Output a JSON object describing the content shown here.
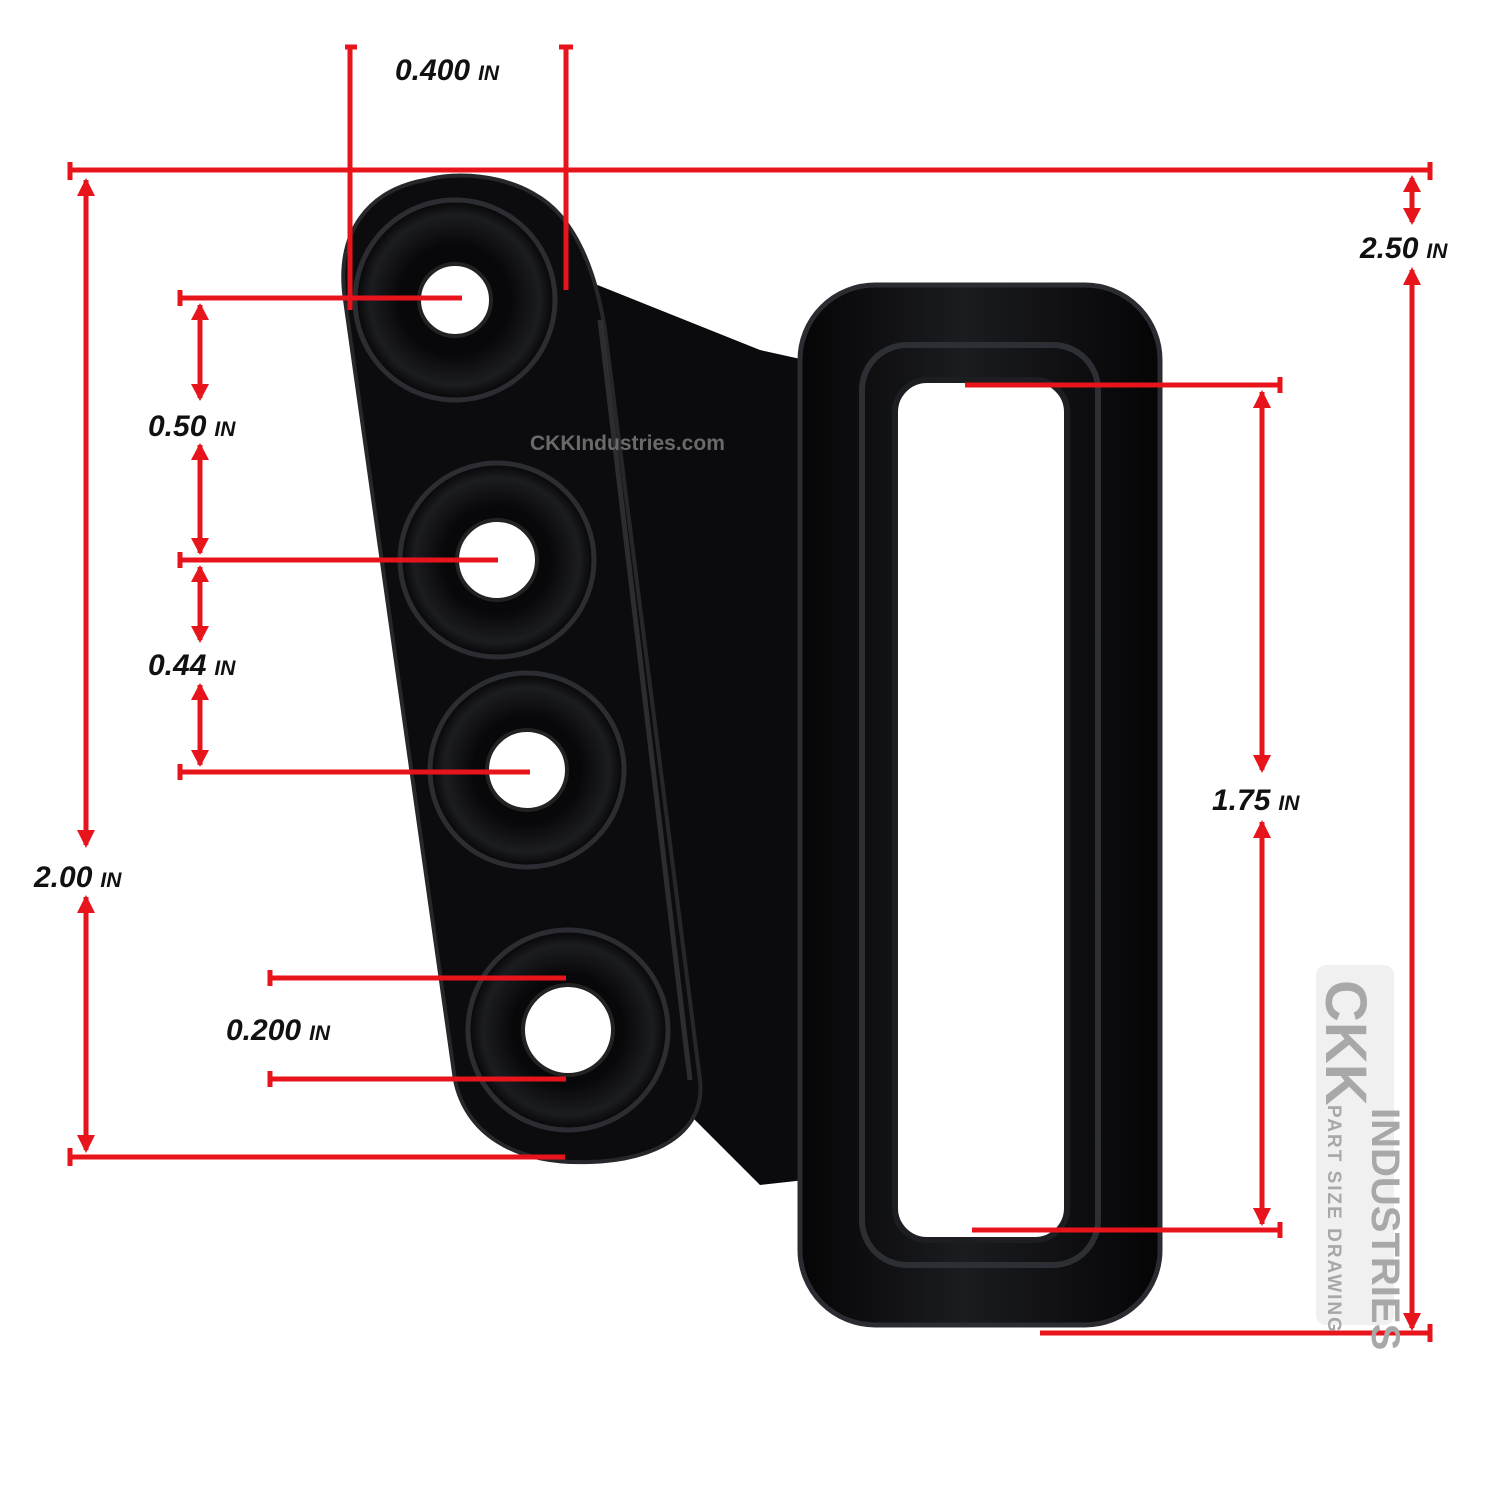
{
  "colors": {
    "dimension_line": "#e8141c",
    "part": "#0c0c0e",
    "part_highlight": "#2a2b30",
    "background": "#ffffff"
  },
  "dimensions": {
    "unit": "IN",
    "hole_diameter": "0.400",
    "hole_spacing_1": "0.50",
    "hole_spacing_2": "0.44",
    "hole_column_height": "2.00",
    "small_hole_diameter": "0.200",
    "slot_length": "1.75",
    "overall_height": "2.50"
  },
  "watermark": {
    "text": "CKKIndustries.com"
  },
  "logo": {
    "line1": "CKK",
    "line2": "INDUSTRIES",
    "line3": "PART SIZE DRAWING"
  }
}
